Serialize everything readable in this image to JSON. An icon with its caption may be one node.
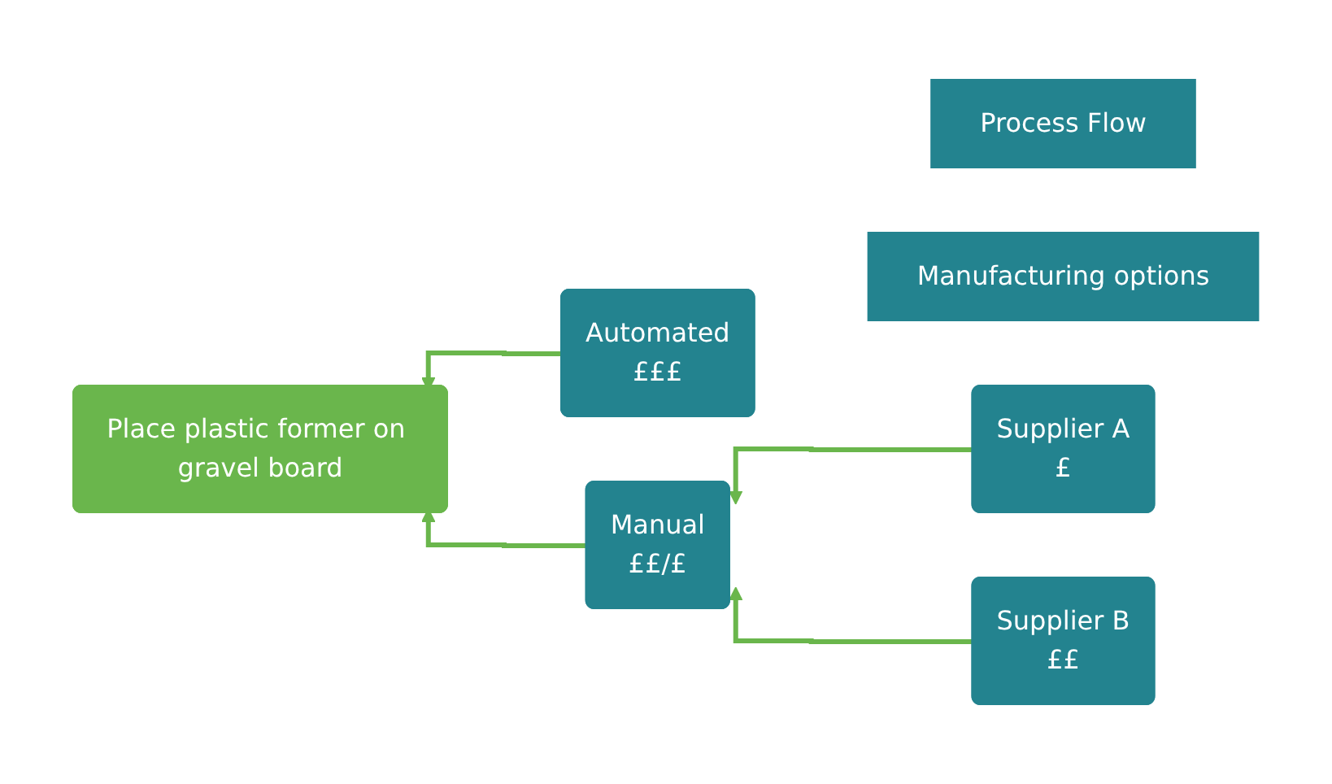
{
  "diagram": {
    "nodes": [
      {
        "text": [
          "Process Flow"
        ]
      },
      {
        "text": [
          "Manufacturing options"
        ]
      },
      {
        "text": [
          "Place plastic former on gravel board"
        ]
      },
      {
        "text": [
          "Automated",
          "£££"
        ]
      },
      {
        "text": [
          "Manual",
          "££/£"
        ]
      },
      {
        "text": [
          "Supplier A",
          "£"
        ]
      },
      {
        "text": [
          "Supplier B",
          "££"
        ]
      }
    ],
    "edges": [
      {
        "from": 3,
        "to": 2,
        "arrow": "to"
      },
      {
        "from": 4,
        "to": 2,
        "arrow": "to"
      },
      {
        "from": 5,
        "to": 4,
        "arrow": "to"
      },
      {
        "from": 6,
        "to": 4,
        "arrow": "to"
      }
    ]
  }
}
